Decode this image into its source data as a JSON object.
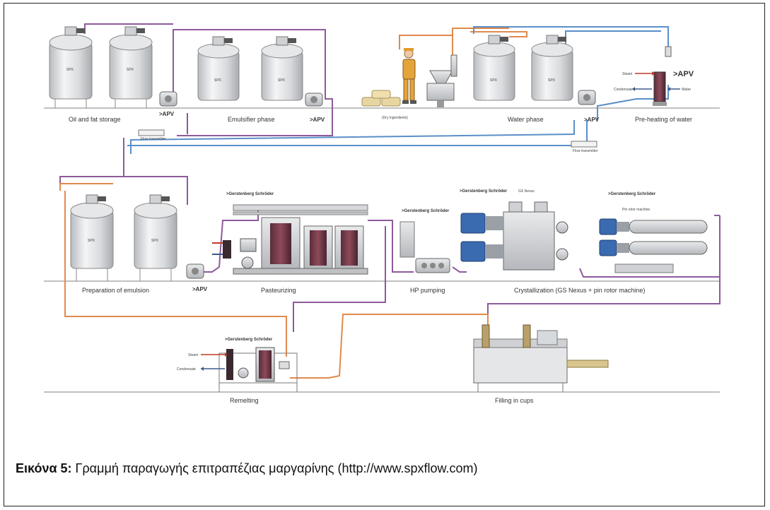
{
  "stations": {
    "oil_fat_storage": "Oil and fat storage",
    "emulsifier_phase": "Emulsifier phase",
    "dry_ingredients": "(Dry ingredients)",
    "water_phase": "Water phase",
    "preheating_water": "Pre-heating of water",
    "preparation_emulsion": "Preparation of emulsion",
    "pasteurizing": "Pasteurizing",
    "hp_pumping": "HP pumping",
    "crystallization": "Crystallization (GS Nexus + pin rotor machine)",
    "remelting": "Remelting",
    "filling": "Filling in cups"
  },
  "brands": {
    "apv": ">APV",
    "gerstenberg": ">Gerstenberg Schröder",
    "tank_mark": "SPX"
  },
  "utilities": {
    "steam": "Steam",
    "condensate": "Condensate",
    "water": "Water"
  },
  "small_labels": {
    "flow_meter": "Flow transmitter",
    "gs_nexus": "GS Nexus",
    "pin_rotor": "Pin rotor machine"
  },
  "colors": {
    "purple_pipe": "#8e5a9b",
    "orange_pipe": "#e08a4c",
    "blue_pipe": "#5a8fc8",
    "red_steam": "#c0392b",
    "motor_blue": "#3a6ab0"
  },
  "caption": {
    "label": "Εικόνα 5:",
    "text": " Γραμμή παραγωγής επιτραπέζιας μαργαρίνης (http://www.spxflow.com)"
  }
}
